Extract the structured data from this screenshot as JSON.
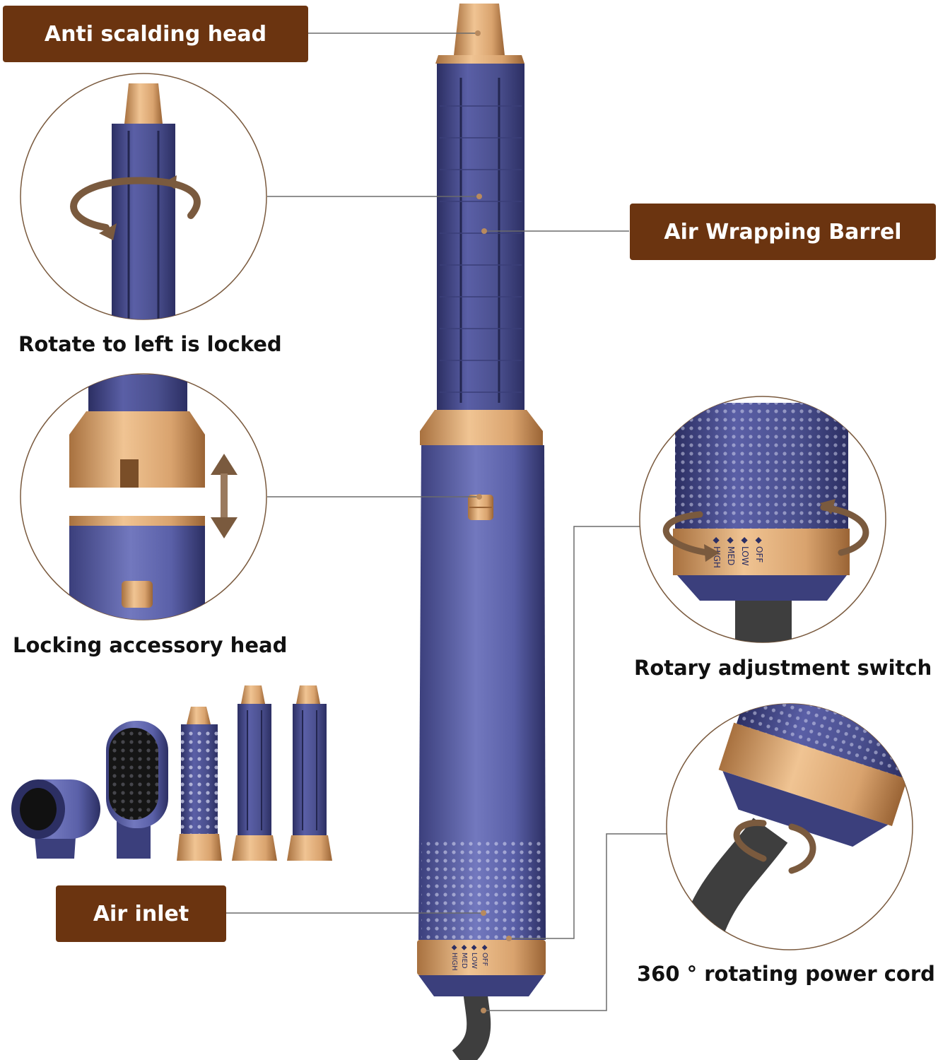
{
  "colors": {
    "label_bg": "#6B3410",
    "barrel": "#4A4F8E",
    "barrel_dark": "#2C2F63",
    "barrel_light": "#7278BE",
    "gold": "#D9A36E",
    "gold_dark": "#A8713F",
    "cord": "#3E3E3E",
    "leader": "#6B6B6B",
    "circle_stroke": "#7A5A3E"
  },
  "labels": {
    "anti_scalding_head": "Anti scalding head",
    "air_wrapping_barrel": "Air Wrapping Barrel",
    "air_inlet": "Air inlet"
  },
  "captions": {
    "rotate_locked": "Rotate to left is locked",
    "locking_head": "Locking accessory head",
    "rotary_switch": "Rotary adjustment switch",
    "rotating_cord": "360 ° rotating power cord"
  },
  "switch_markings": [
    "OFF",
    "LOW",
    "MED",
    "HIGH"
  ],
  "icons": {
    "rotate": "rotate-arrow-icon",
    "up_down": "up-down-arrow-icon"
  }
}
